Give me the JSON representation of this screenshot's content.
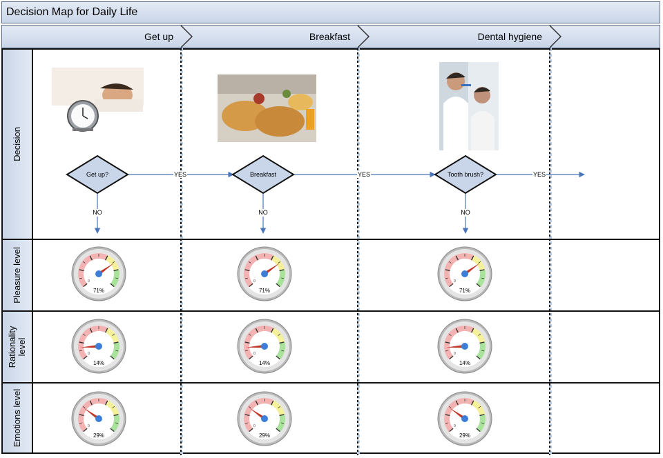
{
  "title": "Decision Map for Daily Life",
  "phases": [
    "Get up",
    "Breakfast",
    "Dental hygiene"
  ],
  "lanes": {
    "decision": "Decision",
    "pleasure": "Pleasure level",
    "rationality": "Rationality level",
    "emotions": "Emotions level"
  },
  "decisions": [
    {
      "label": "Get up?",
      "yes": "YES",
      "no": "NO"
    },
    {
      "label": "Breakfast",
      "yes": "YES",
      "no": "NO"
    },
    {
      "label": "Tooth brush?",
      "yes": "YES",
      "no": "NO"
    }
  ],
  "gauges": {
    "pleasure": [
      71,
      71,
      71
    ],
    "rationality": [
      14,
      14,
      14
    ],
    "emotions": [
      29,
      29,
      29
    ]
  },
  "gauge_percent_labels": {
    "pleasure": [
      "71%",
      "71%",
      "71%"
    ],
    "rationality": [
      "14%",
      "14%",
      "14%"
    ],
    "emotions": [
      "29%",
      "29%",
      "29%"
    ]
  },
  "photos": [
    "man-waking-up-with-alarm-clock",
    "breakfast-pastries",
    "woman-brushing-teeth"
  ],
  "colors": {
    "header": "#c9d5e8",
    "arrow": "#4a74b8",
    "needle": "#c0392b",
    "hub": "#3b7fd8"
  }
}
